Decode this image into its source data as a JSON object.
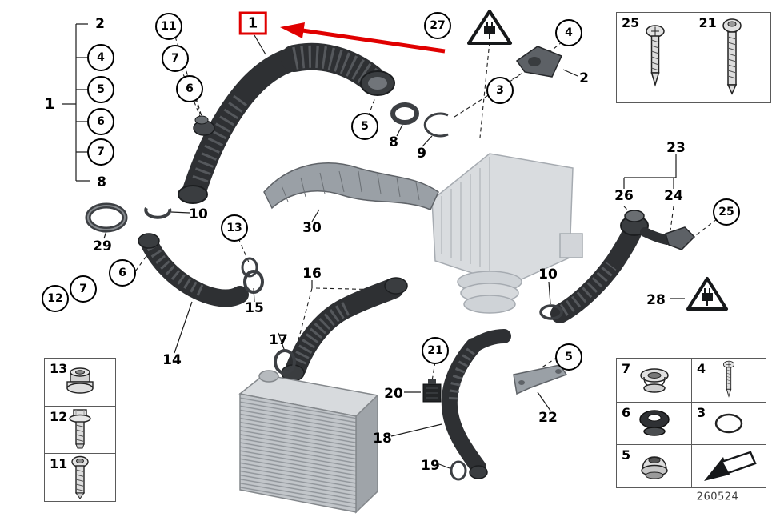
{
  "page": {
    "background": "#ffffff",
    "doc_number": "260524",
    "highlight_color": "#e00000",
    "artwork_dark": "#2e3033",
    "artwork_light": "#d9dcdf"
  },
  "annotation": {
    "type": "red-highlight-box-with-arrow",
    "target_label": "1"
  },
  "callouts": {
    "highlighted": {
      "label": "1"
    },
    "circled": [
      {
        "label": "11"
      },
      {
        "label": "7"
      },
      {
        "label": "6"
      },
      {
        "label": "4"
      },
      {
        "label": "5"
      },
      {
        "label": "6"
      },
      {
        "label": "7"
      },
      {
        "label": "5"
      },
      {
        "label": "27"
      },
      {
        "label": "4"
      },
      {
        "label": "3"
      },
      {
        "label": "13"
      },
      {
        "label": "6"
      },
      {
        "label": "7"
      },
      {
        "label": "12"
      },
      {
        "label": "5"
      },
      {
        "label": "21"
      },
      {
        "label": "25"
      }
    ],
    "plain": [
      {
        "label": "2"
      },
      {
        "label": "1"
      },
      {
        "label": "8"
      },
      {
        "label": "2"
      },
      {
        "label": "8"
      },
      {
        "label": "9"
      },
      {
        "label": "10"
      },
      {
        "label": "29"
      },
      {
        "label": "30"
      },
      {
        "label": "23"
      },
      {
        "label": "26"
      },
      {
        "label": "24"
      },
      {
        "label": "28"
      },
      {
        "label": "10"
      },
      {
        "label": "15"
      },
      {
        "label": "14"
      },
      {
        "label": "16"
      },
      {
        "label": "17"
      },
      {
        "label": "20"
      },
      {
        "label": "22"
      },
      {
        "label": "18"
      },
      {
        "label": "19"
      }
    ]
  },
  "legend_top_right": {
    "cells": [
      {
        "label": "25",
        "icon": "tapping-screw-icon"
      },
      {
        "label": "21",
        "icon": "machine-screw-icon"
      }
    ]
  },
  "legend_bottom_left": {
    "rows": [
      {
        "label": "13",
        "icon": "hex-nut-icon"
      },
      {
        "label": "12",
        "icon": "flange-bolt-icon"
      },
      {
        "label": "11",
        "icon": "torx-screw-icon"
      }
    ]
  },
  "legend_bottom_right": {
    "cells": [
      {
        "label": "7",
        "icon": "grommet-icon"
      },
      {
        "label": "4",
        "icon": "tapping-screw-icon"
      },
      {
        "label": "6",
        "icon": "rubber-grommet-icon"
      },
      {
        "label": "3",
        "icon": "o-ring-icon"
      },
      {
        "label": "5",
        "icon": "cap-grommet-icon"
      },
      {
        "label": "",
        "icon": "direction-arrow-icon"
      }
    ]
  },
  "warnings": [
    {
      "name": "electrical-warning-triangle-top"
    },
    {
      "name": "electrical-warning-triangle-right"
    }
  ]
}
